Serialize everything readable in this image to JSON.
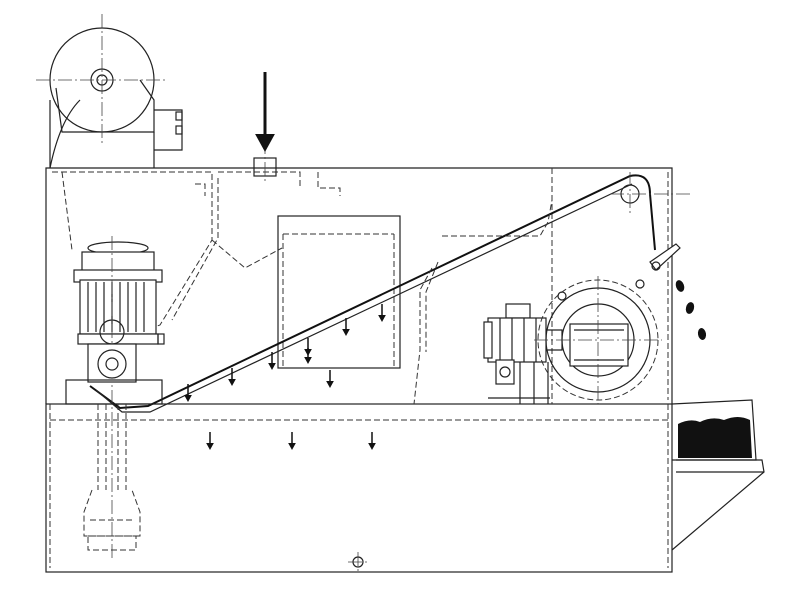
{
  "diagram": {
    "kind": "filter-conveyor-tank",
    "components": [
      "tank",
      "filter-chamber",
      "inclined-scraper-conveyor",
      "feed-inlet",
      "pump-motor",
      "vertical-pump",
      "drive-motor-gearbox",
      "filter-drum",
      "hose-reel",
      "discharge-chute",
      "chip-bin"
    ],
    "flow": {
      "inlet_arrow_count": 1,
      "settling_arrow_count": 11,
      "discharge_chip_count": 3
    },
    "colors": {
      "stroke": "#222222",
      "fill": "#111111",
      "background": "#ffffff"
    }
  }
}
